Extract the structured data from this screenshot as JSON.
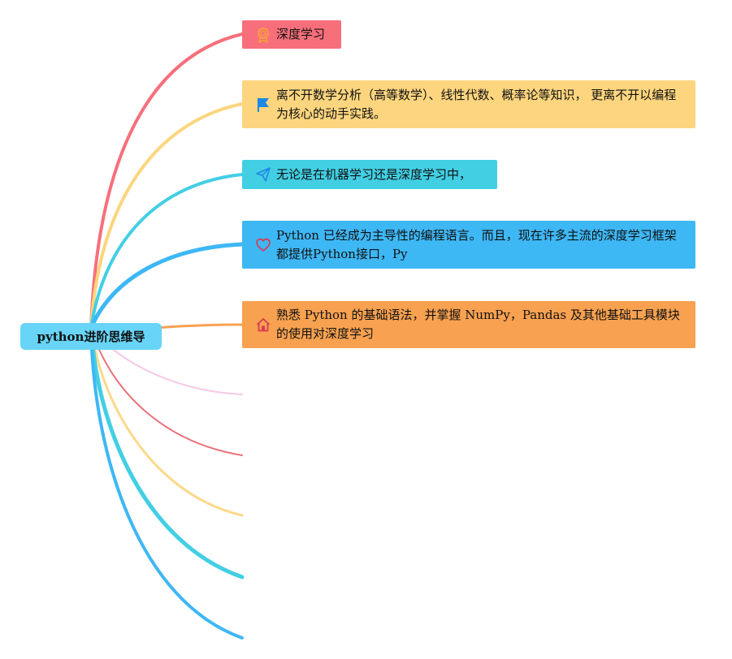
{
  "root": {
    "title": "python进阶思维导",
    "color": "#67d4f8"
  },
  "topics": [
    {
      "label": "深度学习",
      "icon": "award-ribbon-icon",
      "color": "#f76f7b",
      "icon_color": "#f7a23b"
    },
    {
      "label": "离不开数学分析（高等数学）、线性代数、概率论等知识， 更离不开以编程为核心的动手实践。",
      "icon": "flag-icon",
      "color": "#fcd57e",
      "icon_color": "#1e88e5"
    },
    {
      "label": "无论是在机器学习还是深度学习中，",
      "icon": "paper-plane-icon",
      "color": "#42cfe4",
      "icon_color": "#1e88e5"
    },
    {
      "label": "Python 已经成为主导性的编程语言。而且，现在许多主流的深度学习框架都提供Python接口，Py",
      "icon": "heart-icon",
      "color": "#3eb7f5",
      "icon_color": "#d93a52"
    },
    {
      "label": "熟悉 Python 的基础语法，并掌握 NumPy，Pandas 及其他基础工具模块的使用对深度学习",
      "icon": "home-icon",
      "color": "#f8a150",
      "icon_color": "#d93a52"
    }
  ],
  "empty_branch_colors": [
    "#f6c7e6",
    "#e8727c",
    "#fcd98a",
    "#42cfe4",
    "#3eb7f5"
  ]
}
